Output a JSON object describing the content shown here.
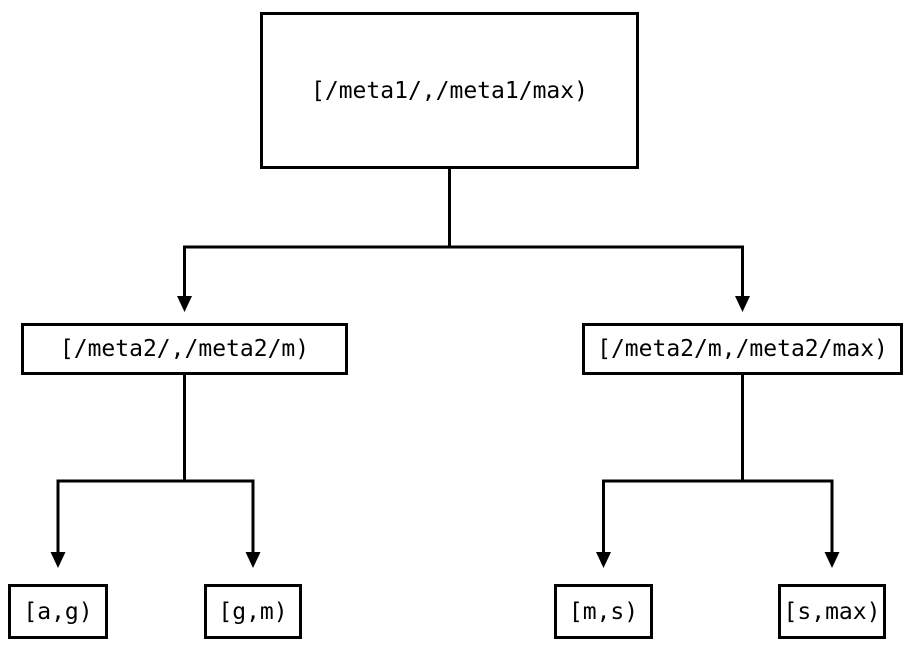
{
  "diagram": {
    "type": "interval-partition-tree",
    "colors": {
      "background": "#ffffff",
      "line": "#000000",
      "text": "#000000"
    },
    "nodes": {
      "root": {
        "label": "[/meta1/,/meta1/max)"
      },
      "left": {
        "label": "[/meta2/,/meta2/m)"
      },
      "right": {
        "label": "[/meta2/m,/meta2/max)"
      },
      "ag": {
        "label": "[a,g)"
      },
      "gm": {
        "label": "[g,m)"
      },
      "ms": {
        "label": "[m,s)"
      },
      "smax": {
        "label": "[s,max)"
      }
    },
    "edges": [
      {
        "from": "root",
        "to": "left"
      },
      {
        "from": "root",
        "to": "right"
      },
      {
        "from": "left",
        "to": "ag"
      },
      {
        "from": "left",
        "to": "gm"
      },
      {
        "from": "right",
        "to": "ms"
      },
      {
        "from": "right",
        "to": "smax"
      }
    ]
  }
}
